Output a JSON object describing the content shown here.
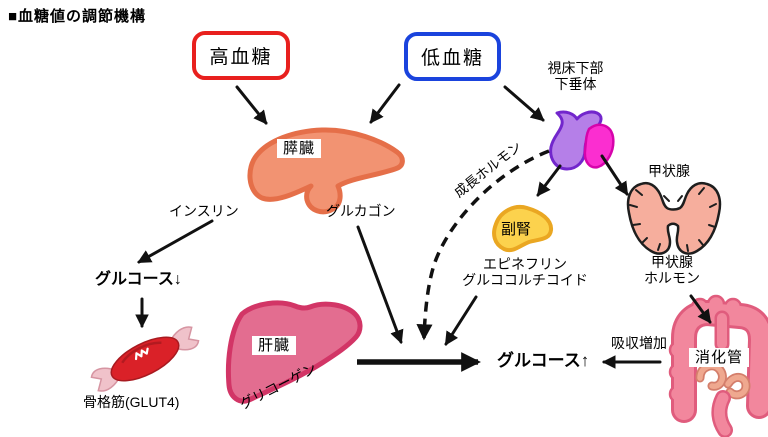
{
  "title": "■血糖値の調節機構",
  "colors": {
    "hyperglycemia_border": "#e8201e",
    "hypoglycemia_border": "#1a43dd",
    "pancreas_fill": "#f29372",
    "pancreas_stroke": "#e56f49",
    "liver_fill": "#e36d90",
    "liver_stroke": "#d23566",
    "muscle_fill": "#da2128",
    "muscle_tendon": "#f0c2ca",
    "pituitary_fill": "#b57fe8",
    "pituitary_lobe": "#fb2ed0",
    "adrenal_fill": "#fcd24d",
    "adrenal_stroke": "#eaa722",
    "thyroid_fill": "#f6ae9d",
    "intestine_fill": "#f2879d",
    "intestine_stroke": "#e05c7d",
    "arrow": "#111111"
  },
  "labels": {
    "hyperglycemia": "高血糖",
    "hypoglycemia": "低血糖",
    "pancreas": "膵臓",
    "insulin": "インスリン",
    "glucagon": "グルカゴン",
    "glucose_down": "グルコース↓",
    "skeletal_muscle": "骨格筋(GLUT4)",
    "liver": "肝臓",
    "glycogen": "グリコーゲン",
    "hypothalamus": "視床下部",
    "pituitary": "下垂体",
    "growth_hormone": "成長ホルモン",
    "adrenal": "副腎",
    "epinephrine": "エピネフリン",
    "glucocorticoid": "グルココルチコイド",
    "thyroid": "甲状腺",
    "thyroid_hormone_1": "甲状腺",
    "thyroid_hormone_2": "ホルモン",
    "glucose_up": "グルコース↑",
    "absorption_increase": "吸収増加",
    "digestive_tract": "消化管"
  }
}
